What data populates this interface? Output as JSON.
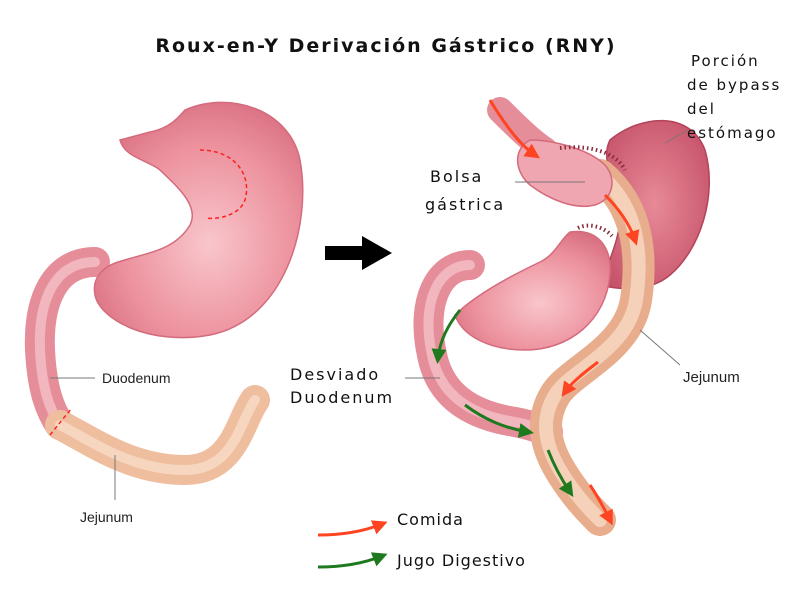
{
  "title": "Roux-en-Y Derivación Gástrico (RNY)",
  "labels": {
    "duodenum": "Duodenum",
    "jejunum_left": "Jejunum",
    "bolsa_line1": "Bolsa",
    "bolsa_line2": "gástrica",
    "porcion_line1": "Porción",
    "porcion_line2": "de bypass",
    "porcion_line3": "del",
    "porcion_line4": "estómago",
    "desviado_line1": "Desviado",
    "desviado_line2": "Duodenum",
    "jejunum_right": "Jejunum"
  },
  "legend": {
    "food": "Comida",
    "juice": "Jugo Digestivo"
  },
  "colors": {
    "stomach": "#e07c8a",
    "stomach_dark": "#c9566c",
    "intestine": "#f0c0a0",
    "food_arrow": "#ff4422",
    "juice_arrow": "#1f7a1f",
    "cut_line": "#ff2222"
  }
}
